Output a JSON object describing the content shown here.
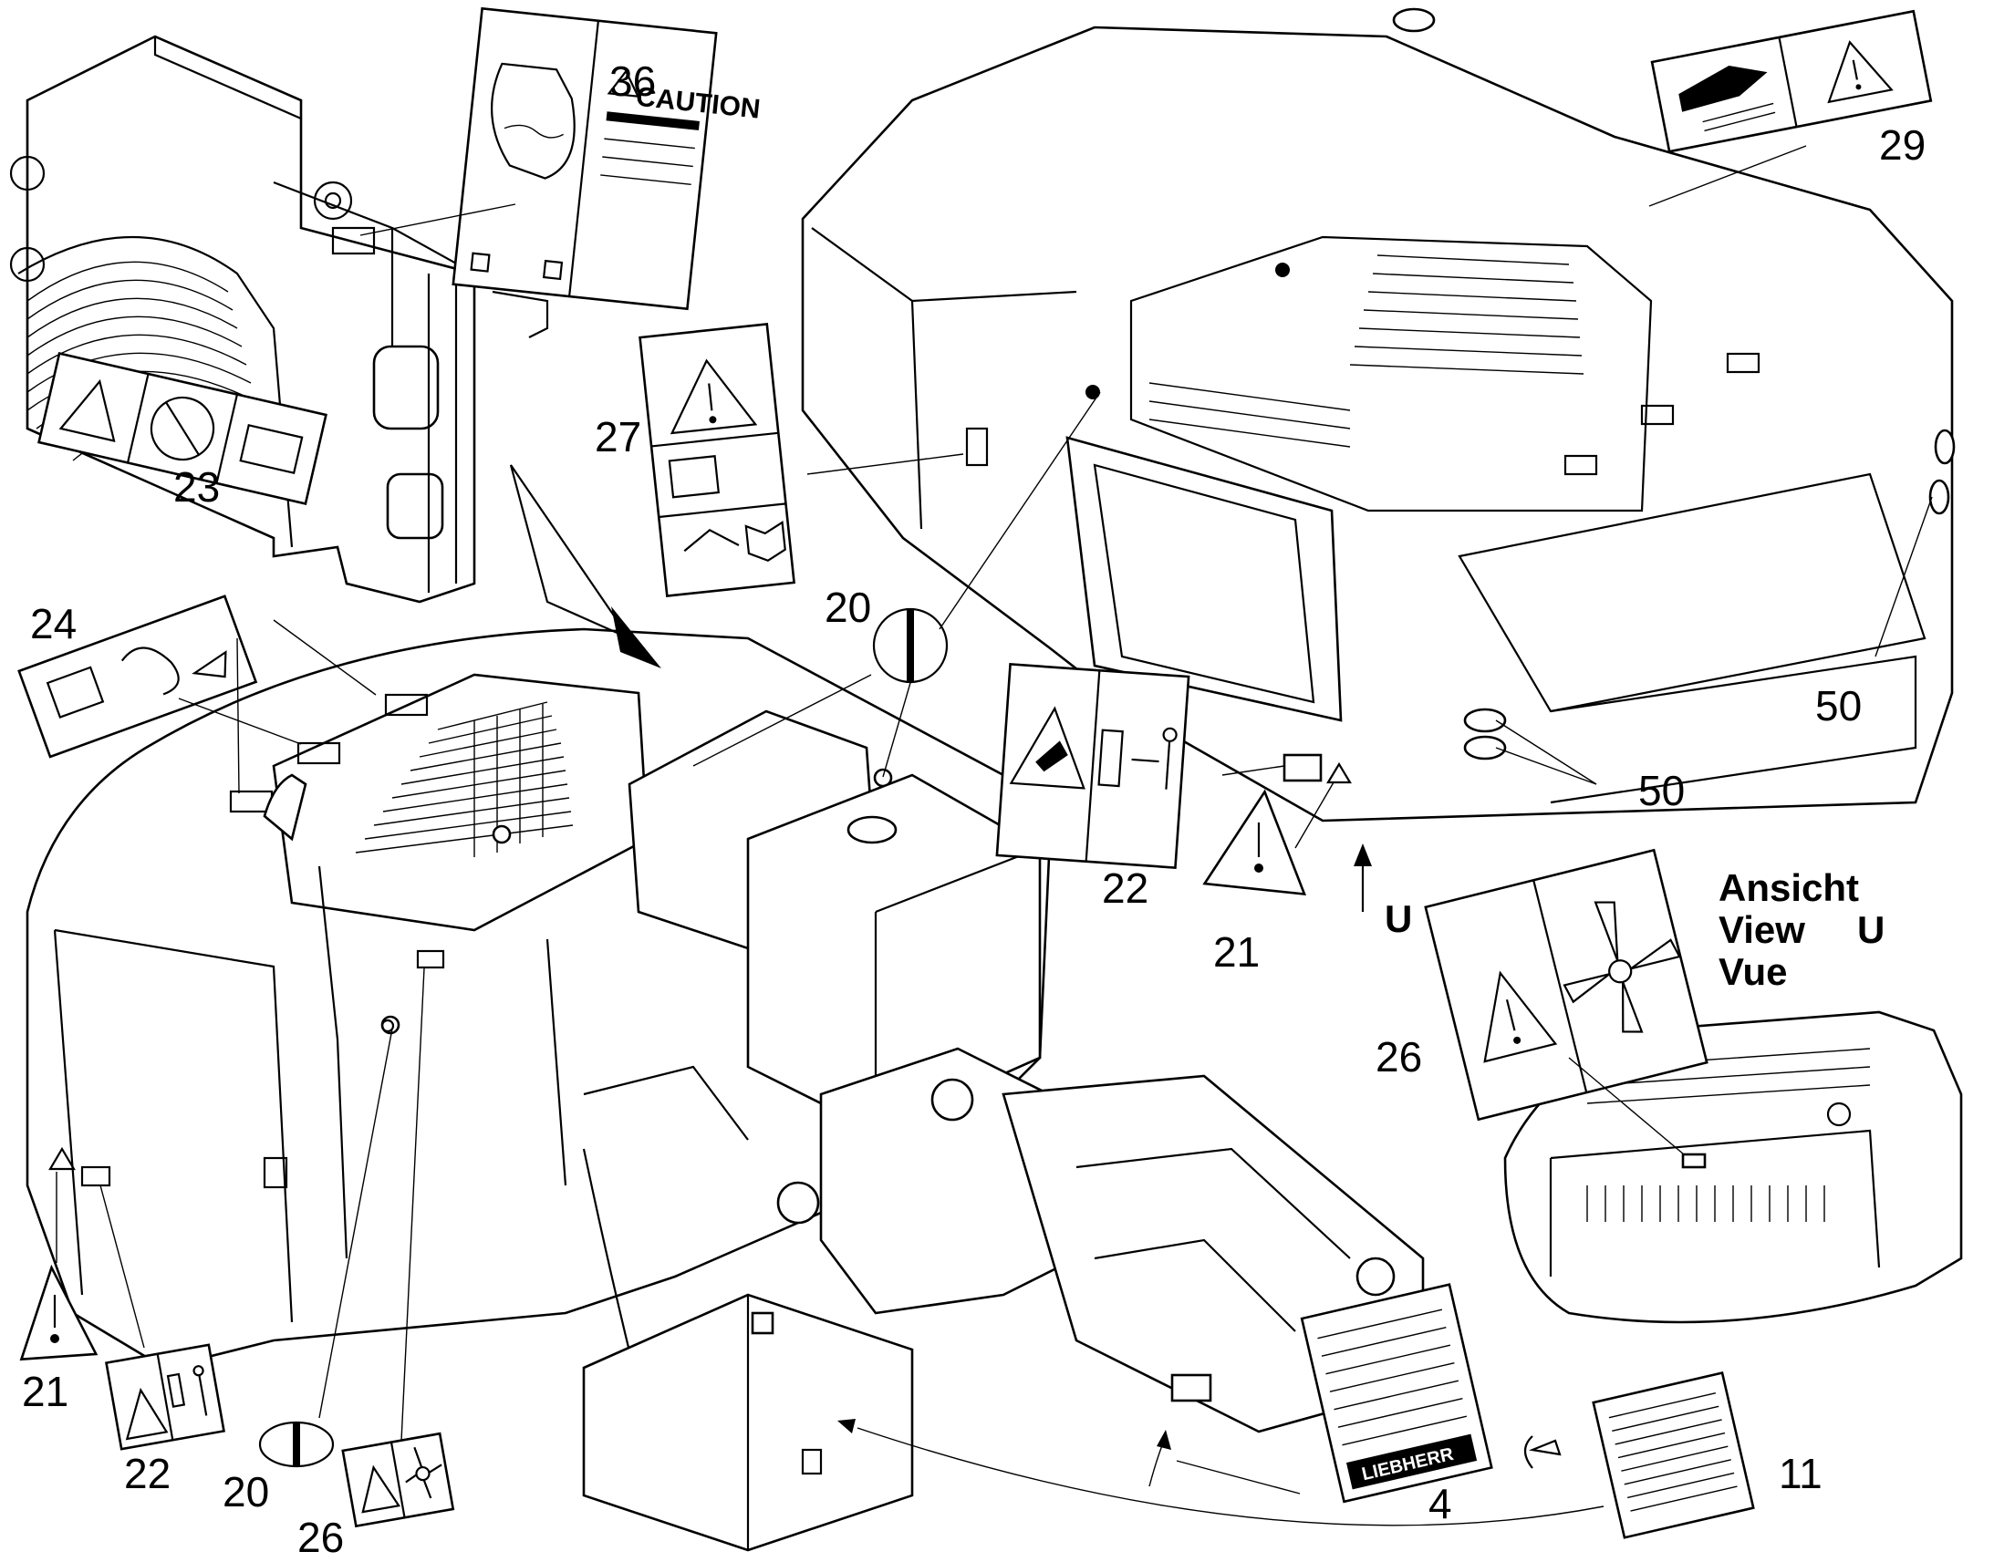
{
  "callouts": {
    "c36": "36",
    "c29": "29",
    "c27": "27",
    "c23": "23",
    "c24": "24",
    "c20a": "20",
    "c20b": "20",
    "c22a": "22",
    "c22b": "22",
    "c21a": "21",
    "c21b": "21",
    "c26a": "26",
    "c26b": "26",
    "c50a": "50",
    "c50b": "50",
    "c4": "4",
    "c11": "11"
  },
  "view": {
    "line1": "Ansicht",
    "line2": "View",
    "line3": "Vue",
    "letter": "U",
    "arrow_letter": "U"
  },
  "caution_decal": {
    "heading": "CAUTION"
  },
  "nameplate": {
    "brand": "LIEBHERR"
  }
}
